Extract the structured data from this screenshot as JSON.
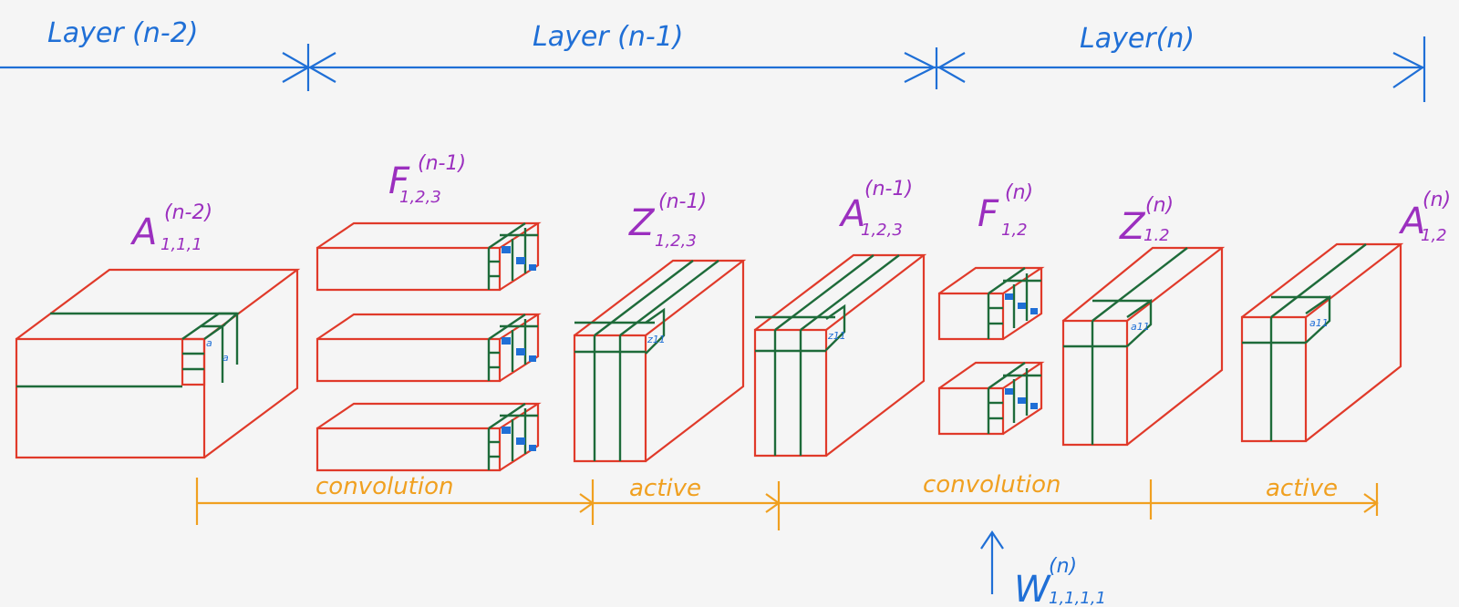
{
  "layers": [
    {
      "id": "n-2",
      "label": "Layer (n-2)"
    },
    {
      "id": "n-1",
      "label": "Layer (n-1)"
    },
    {
      "id": "n",
      "label": "Layer(n)"
    }
  ],
  "stages": [
    {
      "label": "convolution"
    },
    {
      "label": "active"
    },
    {
      "label": "convolution"
    },
    {
      "label": "active"
    }
  ],
  "tensors": {
    "a_n2": {
      "base": "A",
      "sup": "(n-2)",
      "sub": "1,1,1"
    },
    "f_n1": {
      "base": "F",
      "sup": "(n-1)",
      "sub": "1,2,3"
    },
    "z_n1": {
      "base": "Z",
      "sup": "(n-1)",
      "sub": "1,2,3"
    },
    "a_n1": {
      "base": "A",
      "sup": "(n-1)",
      "sub": "1,2,3"
    },
    "f_n": {
      "base": "F",
      "sup": "(n)",
      "sub": "1,2"
    },
    "z_n": {
      "base": "Z",
      "sup": "(n)",
      "sub": "1.2"
    },
    "a_n": {
      "base": "A",
      "sup": "(n)",
      "sub": "1,2"
    }
  },
  "cell_labels": {
    "z11": "z11",
    "a11": "a11"
  },
  "weight": {
    "base": "W",
    "sup": "(n)",
    "sub": "1,1,1,1"
  }
}
